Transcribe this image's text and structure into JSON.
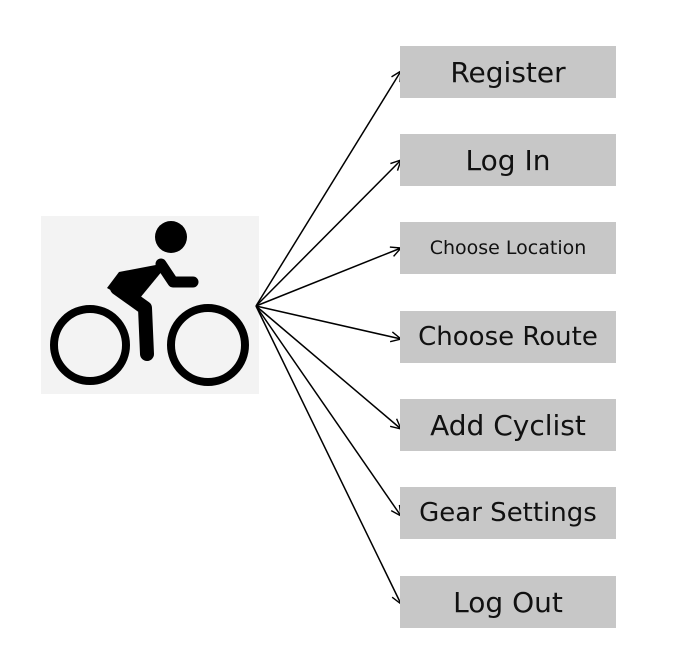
{
  "actor": {
    "icon": "cyclist-icon",
    "color": "#000000",
    "background": "#f3f3f3"
  },
  "actions": [
    {
      "id": "register",
      "label": "Register"
    },
    {
      "id": "log-in",
      "label": "Log In"
    },
    {
      "id": "choose-location",
      "label": "Choose Location"
    },
    {
      "id": "choose-route",
      "label": "Choose Route"
    },
    {
      "id": "add-cyclist",
      "label": "Add Cyclist"
    },
    {
      "id": "gear-settings",
      "label": "Gear Settings"
    },
    {
      "id": "log-out",
      "label": "Log Out"
    }
  ],
  "colors": {
    "action_box": "#c7c7c7",
    "arrow": "#000000"
  }
}
